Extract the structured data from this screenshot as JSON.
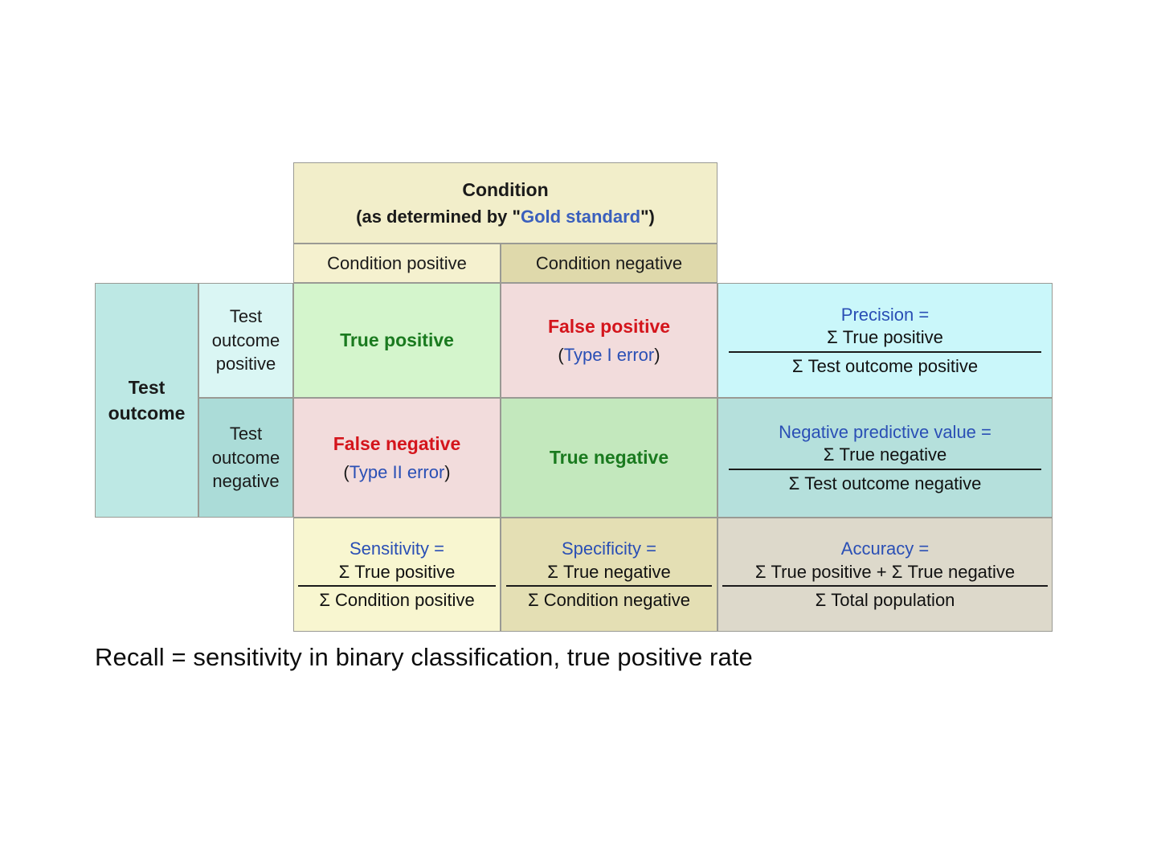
{
  "slide": {
    "caption": "Recall = sensitivity in binary classification, true positive rate"
  },
  "matrix": {
    "header": {
      "title": "Condition",
      "subtitle_prefix": "(as determined by \"",
      "subtitle_link": "Gold standard",
      "subtitle_suffix": "\")",
      "col_positive": "Condition positive",
      "col_negative": "Condition negative"
    },
    "row_header": {
      "group_line1": "Test",
      "group_line2": "outcome",
      "pos_line1": "Test",
      "pos_line2": "outcome",
      "pos_line3": "positive",
      "neg_line1": "Test",
      "neg_line2": "outcome",
      "neg_line3": "negative"
    },
    "cells": {
      "true_positive": "True positive",
      "false_positive": "False positive",
      "false_positive_sub_open": "(",
      "false_positive_sub": "Type I error",
      "false_positive_sub_close": ")",
      "false_negative": "False negative",
      "false_negative_sub_open": "(",
      "false_negative_sub": "Type II error",
      "false_negative_sub_close": ")",
      "true_negative": "True negative"
    },
    "formulas": {
      "precision": {
        "title": "Precision =",
        "numerator": "Σ True positive",
        "denominator": "Σ Test outcome positive"
      },
      "npv": {
        "title": "Negative predictive value =",
        "numerator": "Σ True negative",
        "denominator": "Σ Test outcome negative"
      },
      "sensitivity": {
        "title": "Sensitivity =",
        "numerator": "Σ True positive",
        "denominator": "Σ Condition positive"
      },
      "specificity": {
        "title": "Specificity =",
        "numerator": "Σ True negative",
        "denominator": "Σ Condition negative"
      },
      "accuracy": {
        "title": "Accuracy =",
        "numerator": "Σ True positive + Σ True negative",
        "denominator": "Σ Total population"
      }
    },
    "colors": {
      "header_light_yellow": "#f2eeca",
      "header_dark_khaki": "#dfd9ab",
      "true_positive": "#d4f5cc",
      "false_positive": "#f2dcdc",
      "false_negative": "#f2dcdc",
      "true_negative": "#c3e8bd",
      "row_group_teal": "#bde8e4",
      "row_pos_cyan": "#daf6f4",
      "row_neg_teal": "#abdcd8",
      "precision_cyan": "#caf7fa",
      "npv_teal": "#b5e0dc",
      "sensitivity_yellow": "#f8f6d0",
      "specificity_khaki": "#e4dfb4",
      "accuracy_grey": "#ddd9cb",
      "border": "#9a9a94",
      "link_blue": "#3a5fbd",
      "green_text": "#1a7a1f",
      "red_text": "#d4151c",
      "blue_text": "#2a4fb5"
    }
  }
}
